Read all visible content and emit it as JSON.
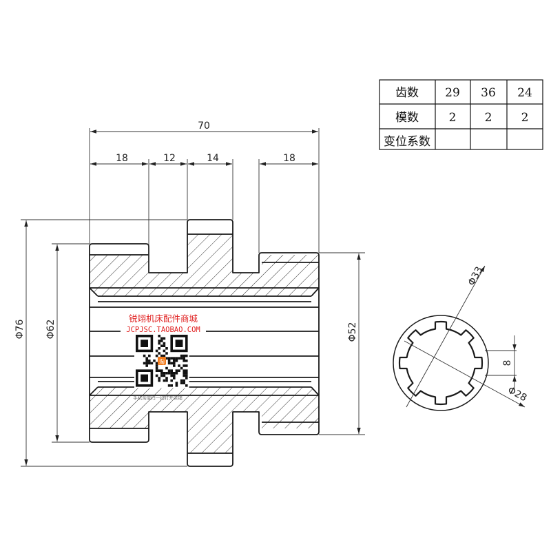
{
  "gear_table": {
    "rows": [
      {
        "label": "齿数",
        "values": [
          "29",
          "36",
          "24"
        ]
      },
      {
        "label": "模数",
        "values": [
          "2",
          "2",
          "2"
        ]
      },
      {
        "label": "变位系数",
        "values": [
          "",
          "",
          ""
        ]
      }
    ]
  },
  "dimensions": {
    "overall_length": "70",
    "seg_1": "18",
    "seg_2": "12",
    "seg_3": "14",
    "seg_4": "18",
    "dia_outer": "Φ76",
    "dia_62": "Φ62",
    "dia_52": "Φ52",
    "spline_major": "Φ33",
    "spline_minor": "Φ28",
    "key_width": "8"
  },
  "watermark": {
    "shop_name": "锐翊机床配件商城",
    "url": "JCPJSC.TAOBAO.COM",
    "scan_hint": "手机淘宝扫一扫打开店铺",
    "logo_text": "淘"
  },
  "colors": {
    "line": "#1a1a1a",
    "watermark_red": "#e02020"
  }
}
